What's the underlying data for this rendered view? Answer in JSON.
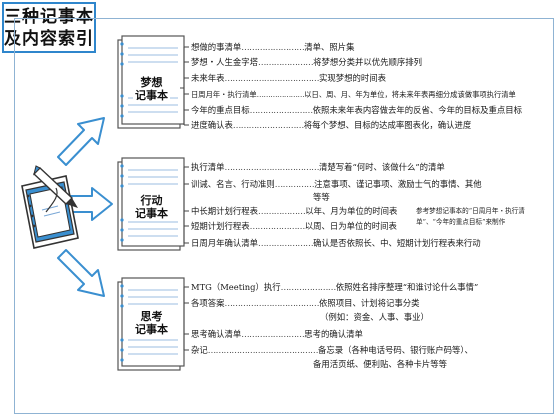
{
  "title": {
    "line1": "三种记事本",
    "line2": "及内容索引"
  },
  "colors": {
    "accent": "#2f86cc",
    "arrow_fill": "#ffffff",
    "arrow_stroke": "#3a8fd0",
    "notebook_line": "#7aa7d6",
    "notebook_hole": "#3a8fd0"
  },
  "icons": {
    "center": "notebook-pen-icon"
  },
  "notebooks": [
    {
      "label_line1": "梦想",
      "label_line2": "记事本",
      "rows": [
        {
          "left": "想做的事清单",
          "dots": "……………………",
          "right": "清单、照片集"
        },
        {
          "left": "梦想・人生金字塔",
          "dots": "…………………",
          "right": "将梦想分类并以优先顺序排列"
        },
        {
          "left": "未来年表",
          "dots": "………………………………",
          "right": "实现梦想的时间表"
        },
        {
          "left": "日周月年・执行清单",
          "dots": "…………………",
          "right": "以日、周、月、年为单位，将未来年表再细分成该做事项执行清单"
        },
        {
          "left": "今年的重点目标",
          "dots": "……………………",
          "right": "依照未来年表内容做去年的反省、今年的目标及重点目标"
        },
        {
          "left": "进度确认表",
          "dots": "………………………",
          "right": "将每个梦想、目标的达成率图表化，确认进度"
        }
      ]
    },
    {
      "label_line1": "行动",
      "label_line2": "记事本",
      "rows": [
        {
          "left": "执行清单",
          "dots": "………………………………",
          "right": "清楚写着“何时、该做什么”的清单",
          "cont": ""
        },
        {
          "left": "训诫、名言、行动准则",
          "dots": "……………",
          "right": "注意事项、谨记事项、激励士气的事情、其他",
          "cont": "等等"
        },
        {
          "left": "中长期计划行程表",
          "dots": "………………",
          "right": "以年、月为单位的时间表",
          "cont": ""
        },
        {
          "left": "短期计划行程表",
          "dots": "…………………",
          "right": "以周、日为单位的时间表",
          "cont": ""
        },
        {
          "left": "日周月年确认清单",
          "dots": "…………………",
          "right": "确认是否依照长、中、短期计划行程表来行动",
          "cont": ""
        }
      ],
      "note": "参考梦想记事本的“日周月年・执行清单”、“今年的重点目标”来制作"
    },
    {
      "label_line1": "思考",
      "label_line2": "记事本",
      "rows": [
        {
          "left": "MTG（Meeting）执行",
          "dots": "…………………",
          "right": "依照姓名排序整理“和谁讨论什么事情”",
          "cont": ""
        },
        {
          "left": "各项答案",
          "dots": "………………………………",
          "right": "依照项目、计划将记事分类",
          "cont": "（例如：资金、人事、事业）"
        },
        {
          "left": "思考确认清单",
          "dots": "……………………",
          "right": "思考的确认清单",
          "cont": ""
        },
        {
          "left": "杂记",
          "dots": "……………………………………",
          "right": "备忘录（各种电话号码、银行账户码等）、",
          "cont": "备用活页纸、便利贴、各种卡片等等"
        }
      ]
    }
  ]
}
